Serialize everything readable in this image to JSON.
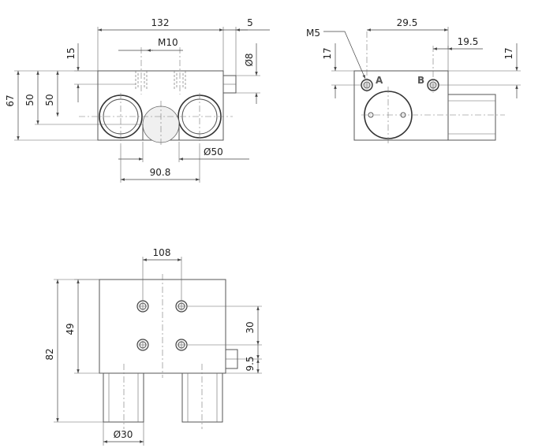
{
  "front_view": {
    "dim_length": "132",
    "dim_boss": "5",
    "dim_thread": "M10",
    "dim_15": "15",
    "dim_boss_dia": "Ø8",
    "dim_height": "67",
    "dim_center_a": "50",
    "dim_center_b": "50",
    "dim_bore": "Ø50",
    "dim_spacing": "90.8"
  },
  "side_view": {
    "dim_port_thread": "M5",
    "dim_29_5": "29.5",
    "dim_19_5": "19.5",
    "dim_17_left": "17",
    "dim_17_right": "17",
    "port_a": "A",
    "port_b": "B"
  },
  "top_view": {
    "dim_108": "108",
    "dim_49": "49",
    "dim_82": "82",
    "dim_30": "30",
    "dim_9_5": "9.5",
    "dim_rod": "Ø30"
  }
}
